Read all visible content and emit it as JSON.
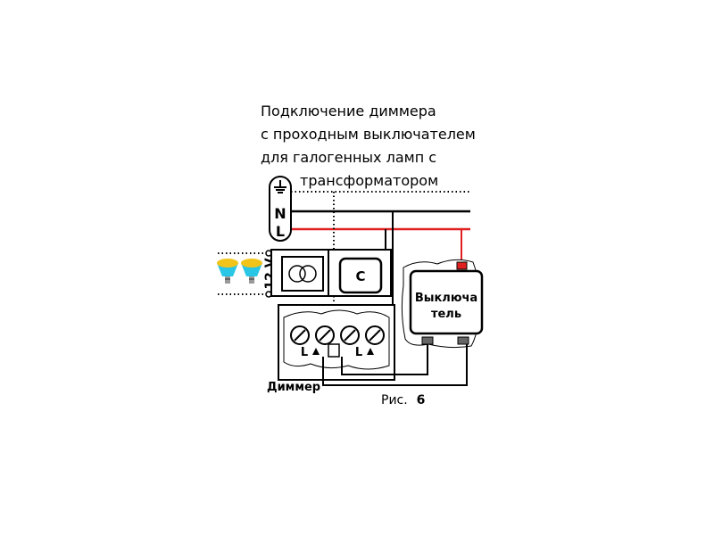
{
  "title": {
    "lines": [
      "Подключение диммера",
      "с проходным выключателем",
      "для галогенных ламп с",
      "трансформатором"
    ]
  },
  "labels": {
    "neutral": "N",
    "line": "L",
    "voltage": "12 V",
    "capacitor": "C",
    "switch_line1": "Выключа",
    "switch_line2": "тель",
    "terminal_l_1": "L",
    "terminal_l_2": "L",
    "dimmer": "Диммер",
    "figure_prefix": "Рис.",
    "figure_number": "6"
  },
  "colors": {
    "live_wire": "#e02020",
    "neutral_wire": "#000000",
    "ground_wire": "#000000",
    "lamp_cap": "#f2c41a",
    "lamp_glow": "#29c6e6",
    "switch_body": "#ffffff",
    "switch_top_terminal": "#e02020",
    "switch_bottom_terminal": "#666666"
  },
  "icons": {
    "ground": "ground-icon",
    "transformer": "transformer-icon",
    "lamp": "halogen-lamp-icon",
    "terminal": "screw-terminal-icon"
  }
}
